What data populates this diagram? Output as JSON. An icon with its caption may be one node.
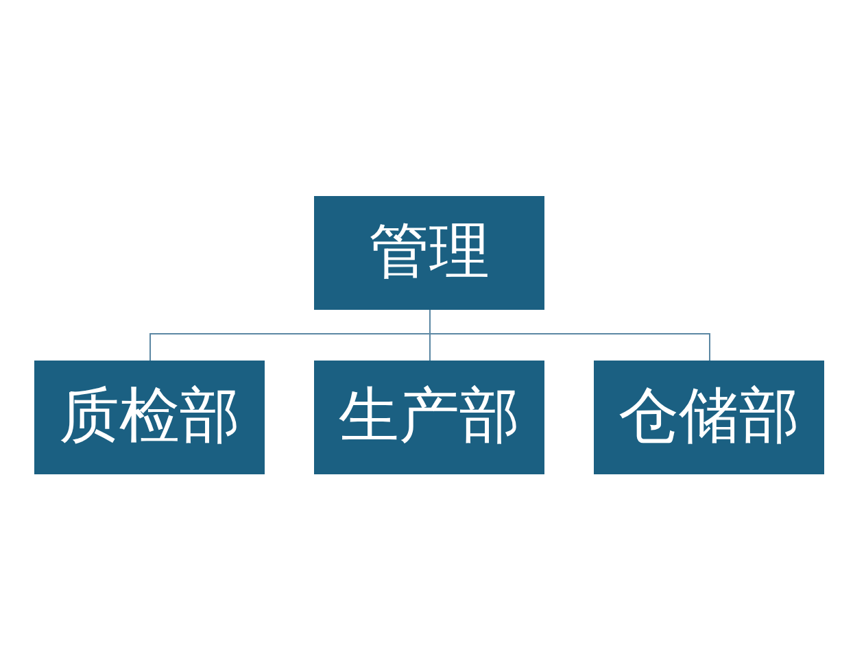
{
  "diagram": {
    "nodes": [
      {
        "text": [
          "管理"
        ]
      },
      {
        "text": [
          "质检部"
        ]
      },
      {
        "text": [
          "生产部"
        ]
      },
      {
        "text": [
          "仓储部"
        ]
      }
    ],
    "edges": [
      {
        "from": 0,
        "to": 1,
        "arrow": "none"
      },
      {
        "from": 0,
        "to": 2,
        "arrow": "none"
      },
      {
        "from": 0,
        "to": 3,
        "arrow": "none"
      }
    ]
  }
}
